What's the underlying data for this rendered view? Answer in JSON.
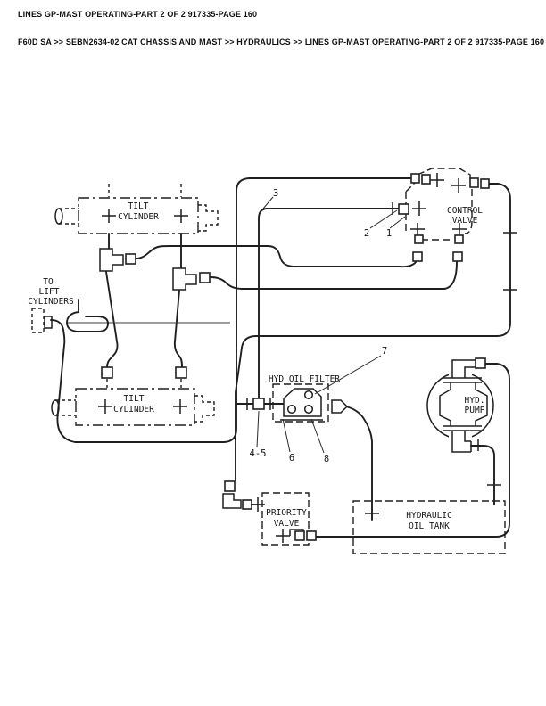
{
  "page": {
    "title": "LINES GP-MAST OPERATING-PART 2 OF 2 917335-PAGE 160",
    "breadcrumb": "F60D SA >> SEBN2634-02 CAT CHASSIS AND MAST >> HYDRAULICS >> LINES GP-MAST OPERATING-PART 2 OF 2 917335-PAGE 160"
  },
  "diagram": {
    "labels": {
      "tilt_top": [
        "TILT",
        "CYLINDER"
      ],
      "tilt_bottom": [
        "TILT",
        "CYLINDER"
      ],
      "to_lift": [
        "TO",
        "LIFT",
        "CYLINDERS"
      ],
      "control_valve": [
        "CONTROL",
        "VALVE"
      ],
      "hyd_oil_filter": "HYD OIL FILTER",
      "hyd_pump": [
        "HYD.",
        "PUMP"
      ],
      "priority_valve": [
        "PRIORITY",
        "VALVE"
      ],
      "hydraulic_oil_tank": [
        "HYDRAULIC",
        "OIL TANK"
      ]
    },
    "callouts": {
      "c3": "3",
      "c2": "2",
      "c1": "1",
      "c7": "7",
      "c45": "4-5",
      "c6": "6",
      "c8": "8"
    },
    "colors": {
      "ink": "#1f1f1f",
      "paper": "#ffffff"
    }
  }
}
